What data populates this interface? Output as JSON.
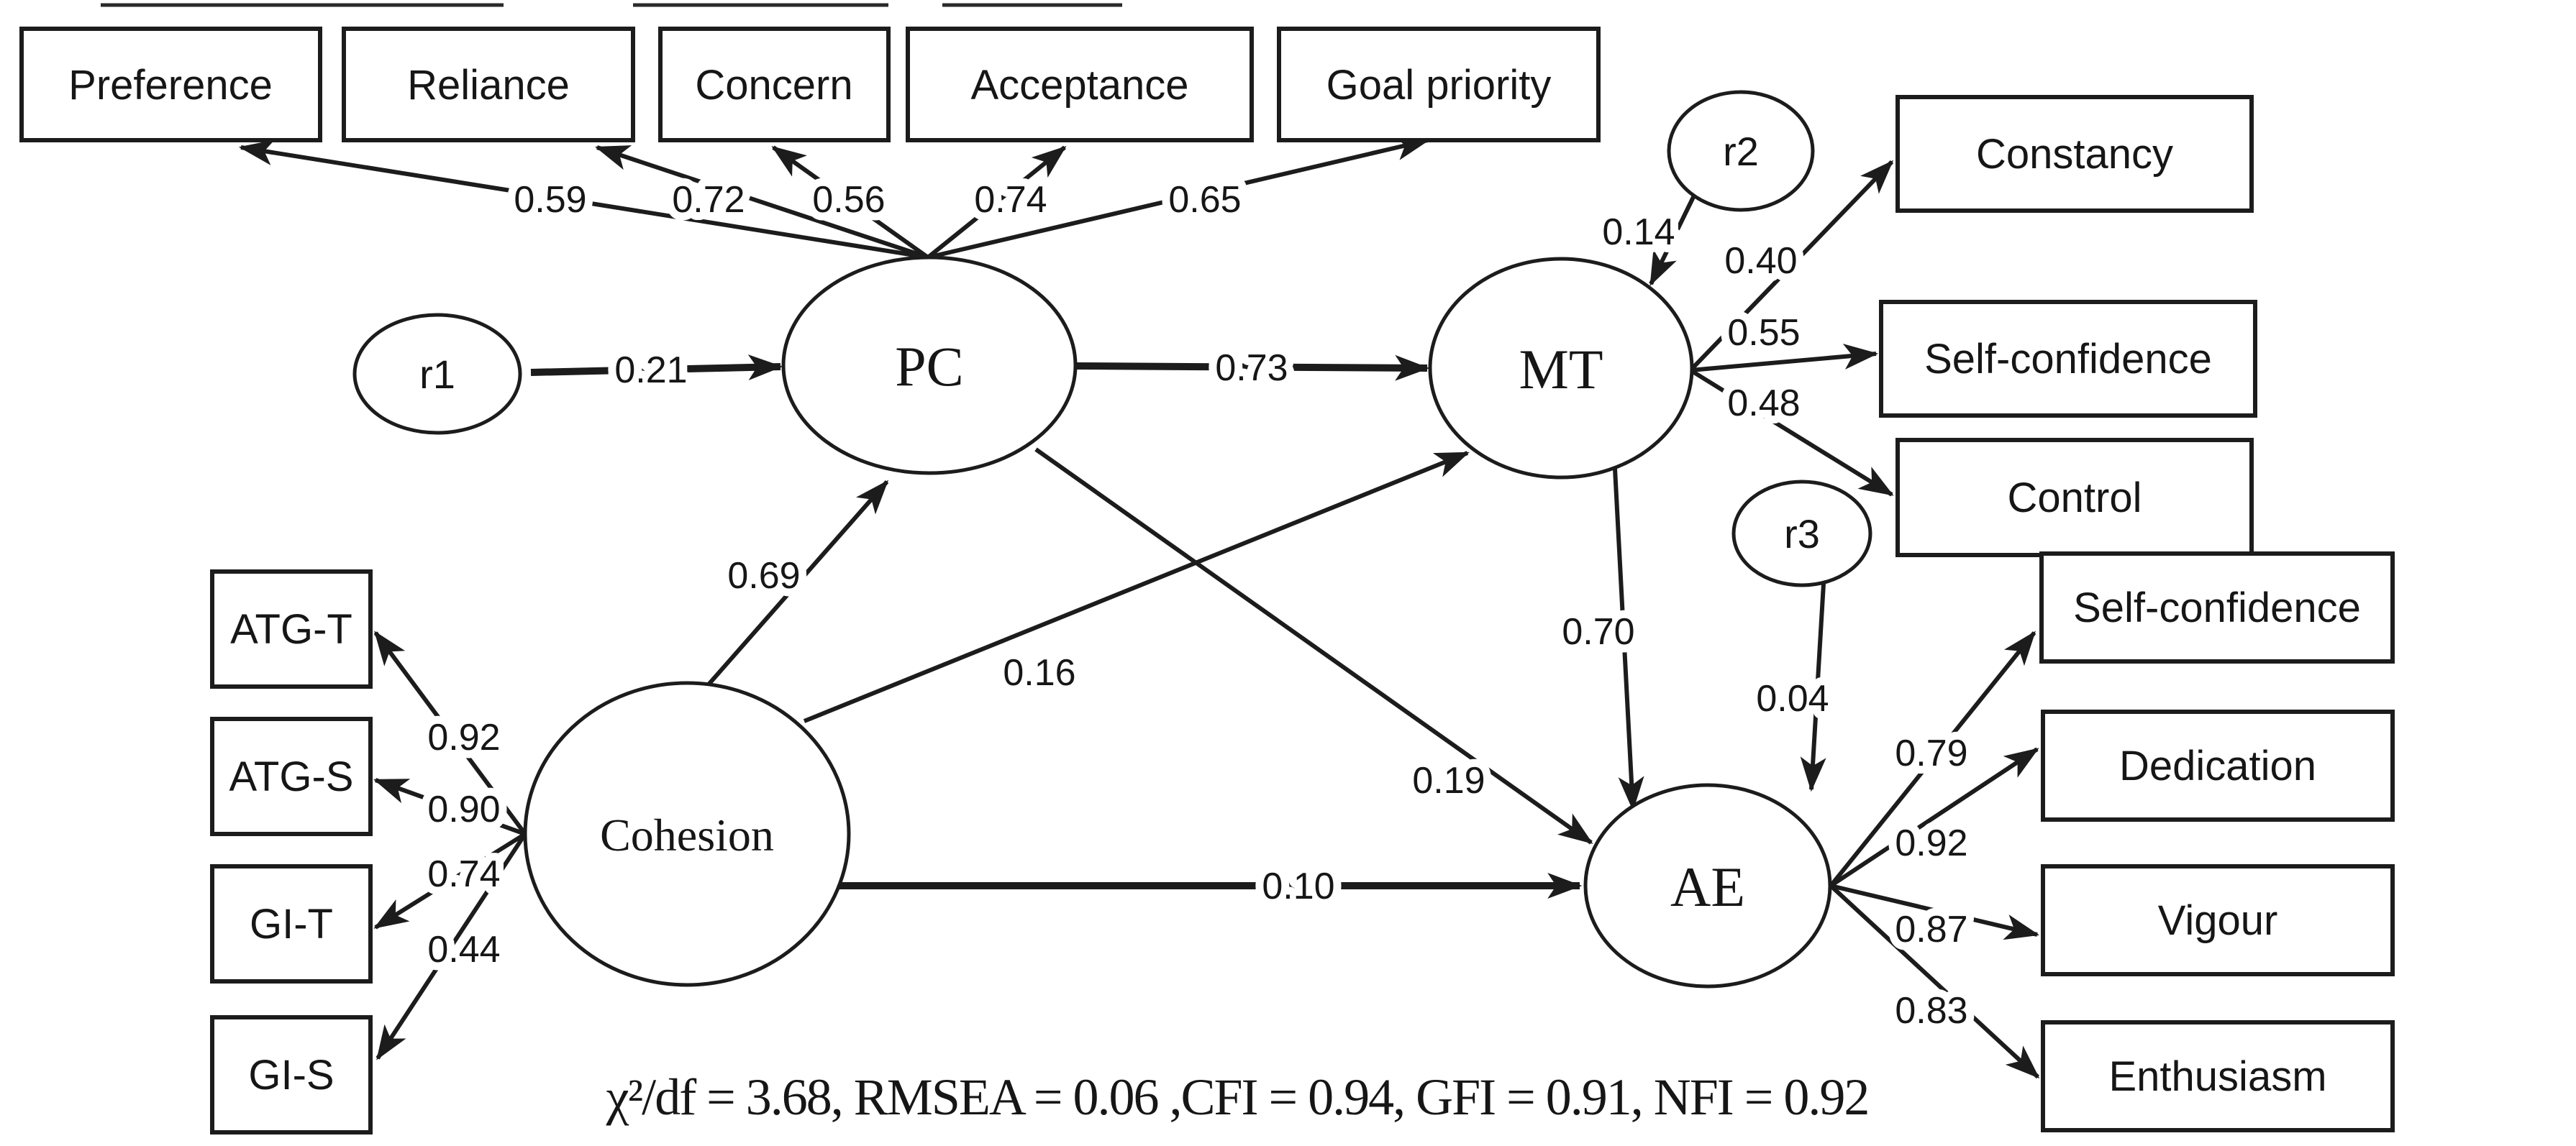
{
  "latents": {
    "pc": "PC",
    "mt": "MT",
    "ae": "AE",
    "cohesion": "Cohesion",
    "r1": "r1",
    "r2": "r2",
    "r3": "r3"
  },
  "indicators": {
    "pc": [
      {
        "label": "Preference",
        "loading": "0.59"
      },
      {
        "label": "Reliance",
        "loading": "0.72"
      },
      {
        "label": "Concern",
        "loading": "0.56"
      },
      {
        "label": "Acceptance",
        "loading": "0.74"
      },
      {
        "label": "Goal priority",
        "loading": "0.65"
      }
    ],
    "mt": [
      {
        "label": "Constancy",
        "loading": "0.40"
      },
      {
        "label": "Self-confidence",
        "loading": "0.55"
      },
      {
        "label": "Control",
        "loading": "0.48"
      }
    ],
    "cohesion": [
      {
        "label": "ATG-T",
        "loading": "0.92"
      },
      {
        "label": "ATG-S",
        "loading": "0.90"
      },
      {
        "label": "GI-T",
        "loading": "0.74"
      },
      {
        "label": "GI-S",
        "loading": "0.44"
      }
    ],
    "ae": [
      {
        "label": "Self-confidence",
        "loading": "0.79"
      },
      {
        "label": "Dedication",
        "loading": "0.92"
      },
      {
        "label": "Vigour",
        "loading": "0.87"
      },
      {
        "label": "Enthusiasm",
        "loading": "0.83"
      }
    ]
  },
  "paths": {
    "r1_pc": "0.21",
    "pc_mt": "0.73",
    "r2_mt": "0.14",
    "cohesion_pc": "0.69",
    "cohesion_mt": "0.16",
    "pc_ae": "0.19",
    "mt_ae": "0.70",
    "r3_ae": "0.04",
    "cohesion_ae": "0.10"
  },
  "fit": {
    "line": "χ²/df = 3.68, RMSEA = 0.06 ,CFI = 0.94, GFI = 0.91, NFI = 0.92"
  },
  "colors": {
    "ink": "#1c1c1c",
    "background": "#ffffff"
  }
}
